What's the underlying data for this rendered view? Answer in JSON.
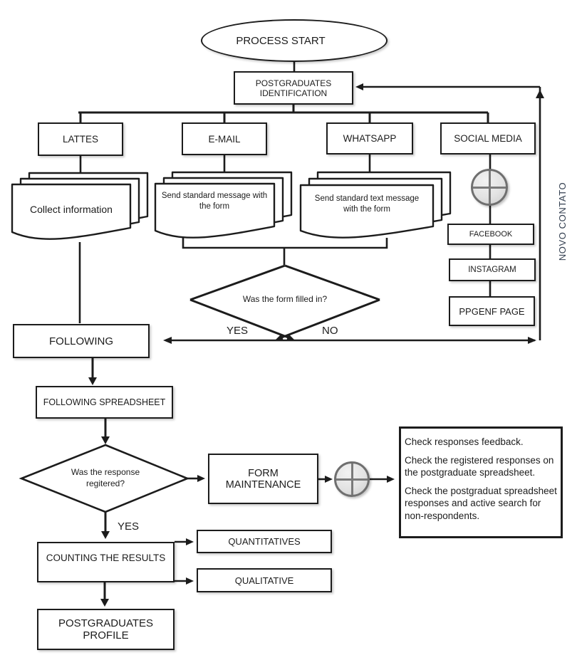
{
  "flow": {
    "start": "PROCESS START",
    "identification": "POSTGRADUATES IDENTIFICATION",
    "channels": {
      "lattes": "LATTES",
      "email": "E-MAIL",
      "whatsapp": "WHATSAPP",
      "social": "SOCIAL MEDIA"
    },
    "documents": {
      "collect": "Collect information",
      "email_msg": "Send standard message with the form",
      "whatsapp_msg": "Send standard text message with the form"
    },
    "social_pages": {
      "facebook": "FACEBOOK",
      "instagram": "INSTAGRAM",
      "ppgenf": "PPGENF PAGE"
    },
    "decisions": {
      "form": "Was the form filled in?",
      "response": "Was the response regitered?"
    },
    "labels": {
      "yes1": "YES",
      "no1": "NO",
      "yes2": "YES",
      "novo_contato": "NOVO CONTATO"
    },
    "boxes": {
      "following": "FOLLOWING",
      "following_spreadsheet": "FOLLOWING SPREADSHEET",
      "form_maintenance": "FORM MAINTENANCE",
      "counting": "COUNTING THE RESULTS",
      "quantitatives": "QUANTITATIVES",
      "qualitative": "QUALITATIVE",
      "profile": "POSTGRADUATES PROFILE"
    },
    "notes": {
      "p1": "Check responses feedback.",
      "p2": "Check the registered responses on the postgraduate spreadsheet.",
      "p3": "Check the postgraduat spreadsheet responses and active search for non-respondents."
    },
    "colors": {
      "line": "#1c1c1c",
      "novo_contato_text": "#333F50",
      "junction_gray": "#6f6f6f"
    }
  }
}
